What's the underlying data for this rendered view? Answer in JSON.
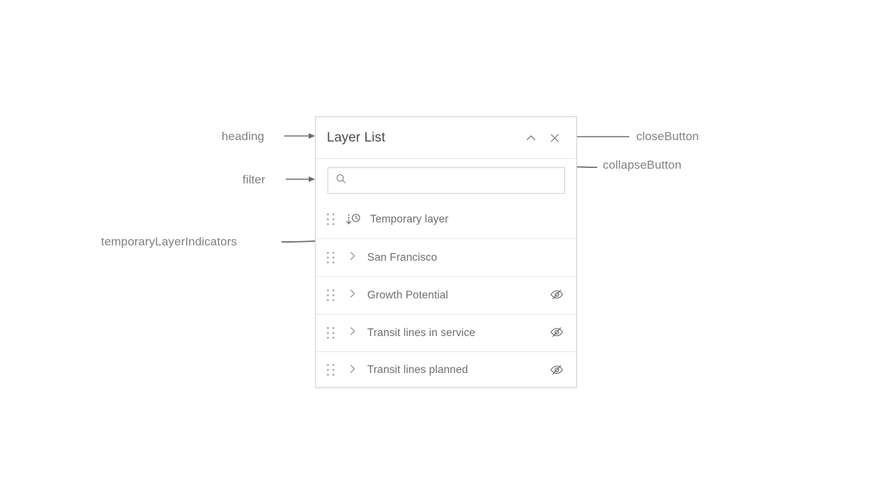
{
  "annotations": [
    {
      "id": "heading",
      "label": "heading"
    },
    {
      "id": "filter",
      "label": "filter"
    },
    {
      "id": "temp",
      "label": "temporaryLayerIndicators"
    },
    {
      "id": "close",
      "label": "closeButton"
    },
    {
      "id": "collapse",
      "label": "collapseButton"
    }
  ],
  "panel": {
    "header": {
      "title": "Layer List",
      "collapse_icon": "chevron-up-icon",
      "close_icon": "close-icon"
    },
    "filter": {
      "value": "",
      "placeholder": "",
      "icon": "search-icon"
    },
    "layers": [
      {
        "label": "Temporary layer",
        "has_expand": false,
        "temporary": true,
        "temporary_icon": "arrow-down-clock-icon",
        "visibility_icon": null,
        "visible": null
      },
      {
        "label": "San Francisco",
        "has_expand": true,
        "expand_icon": "chevron-right-icon",
        "temporary": false,
        "visibility_icon": null,
        "visible": null
      },
      {
        "label": "Growth Potential",
        "has_expand": true,
        "expand_icon": "chevron-right-icon",
        "temporary": false,
        "visibility_icon": "eye-slash-icon",
        "visible": false
      },
      {
        "label": "Transit lines in service",
        "has_expand": true,
        "expand_icon": "chevron-right-icon",
        "temporary": false,
        "visibility_icon": "eye-slash-icon",
        "visible": false
      },
      {
        "label": "Transit lines planned",
        "has_expand": true,
        "expand_icon": "chevron-right-icon",
        "temporary": false,
        "visibility_icon": "eye-slash-icon",
        "visible": false
      }
    ]
  },
  "colors": {
    "page_background": "#ffffff",
    "panel_border": "#cfcfcf",
    "divider": "#e8e8e8",
    "title_text": "#4a4a4a",
    "layer_text": "#6e6e6e",
    "annotation_text": "#808080",
    "annotation_line": "#6b6b6b",
    "icon": "#6e6e6e",
    "drag_dot": "#b0b0b0"
  }
}
